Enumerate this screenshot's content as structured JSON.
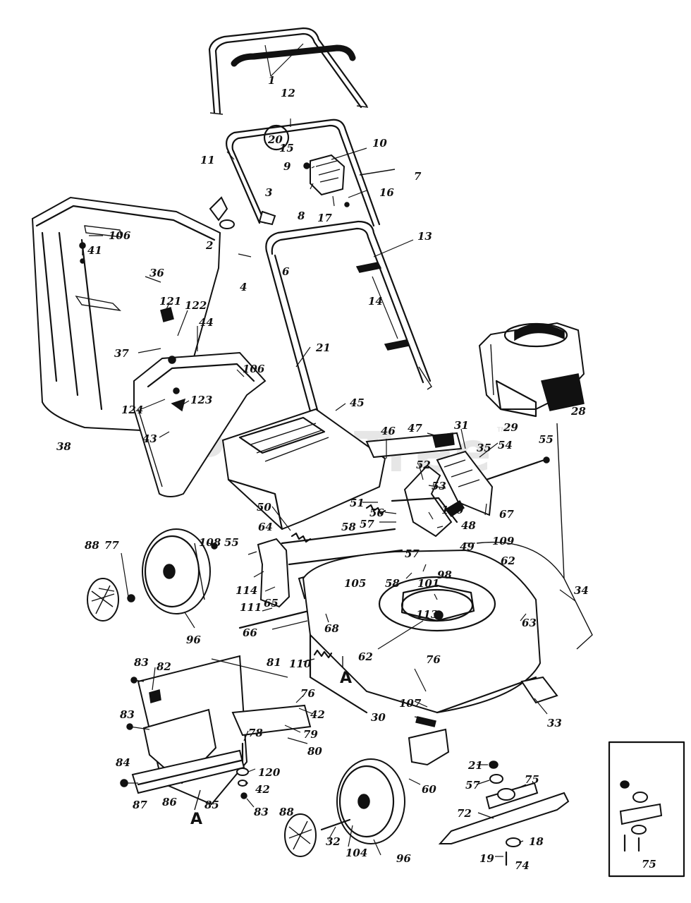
{
  "watermark": {
    "text": "PartsTree",
    "trademark": "TM"
  },
  "reference_letter": "A",
  "callouts": [
    {
      "id": "1",
      "text": "1"
    },
    {
      "id": "2",
      "text": "2"
    },
    {
      "id": "3",
      "text": "3"
    },
    {
      "id": "4",
      "text": "4"
    },
    {
      "id": "6",
      "text": "6"
    },
    {
      "id": "7",
      "text": "7"
    },
    {
      "id": "8",
      "text": "8"
    },
    {
      "id": "9",
      "text": "9"
    },
    {
      "id": "10",
      "text": "10"
    },
    {
      "id": "11",
      "text": "11"
    },
    {
      "id": "12",
      "text": "12"
    },
    {
      "id": "13",
      "text": "13"
    },
    {
      "id": "14",
      "text": "14"
    },
    {
      "id": "15",
      "text": "15"
    },
    {
      "id": "16",
      "text": "16"
    },
    {
      "id": "17",
      "text": "17"
    },
    {
      "id": "20",
      "text": "20"
    },
    {
      "id": "21",
      "text": "21"
    },
    {
      "id": "21b",
      "text": "21"
    },
    {
      "id": "28",
      "text": "28"
    },
    {
      "id": "29",
      "text": "29"
    },
    {
      "id": "30",
      "text": "30"
    },
    {
      "id": "31",
      "text": "31"
    },
    {
      "id": "32",
      "text": "32"
    },
    {
      "id": "33",
      "text": "33"
    },
    {
      "id": "34",
      "text": "34"
    },
    {
      "id": "35",
      "text": "35"
    },
    {
      "id": "36",
      "text": "36"
    },
    {
      "id": "37",
      "text": "37"
    },
    {
      "id": "38",
      "text": "38"
    },
    {
      "id": "41",
      "text": "41"
    },
    {
      "id": "42",
      "text": "42"
    },
    {
      "id": "42b",
      "text": "42"
    },
    {
      "id": "43",
      "text": "43"
    },
    {
      "id": "44",
      "text": "44"
    },
    {
      "id": "45",
      "text": "45"
    },
    {
      "id": "46",
      "text": "46"
    },
    {
      "id": "47",
      "text": "47"
    },
    {
      "id": "48",
      "text": "48"
    },
    {
      "id": "49",
      "text": "49"
    },
    {
      "id": "50",
      "text": "50"
    },
    {
      "id": "51",
      "text": "51"
    },
    {
      "id": "52",
      "text": "52"
    },
    {
      "id": "53",
      "text": "53"
    },
    {
      "id": "54",
      "text": "54"
    },
    {
      "id": "55",
      "text": "55"
    },
    {
      "id": "55b",
      "text": "55"
    },
    {
      "id": "56",
      "text": "56"
    },
    {
      "id": "57",
      "text": "57"
    },
    {
      "id": "57b",
      "text": "57"
    },
    {
      "id": "57c",
      "text": "57"
    },
    {
      "id": "58",
      "text": "58"
    },
    {
      "id": "58b",
      "text": "58"
    },
    {
      "id": "60",
      "text": "60"
    },
    {
      "id": "62",
      "text": "62"
    },
    {
      "id": "62b",
      "text": "62"
    },
    {
      "id": "63",
      "text": "63"
    },
    {
      "id": "64",
      "text": "64"
    },
    {
      "id": "65",
      "text": "65"
    },
    {
      "id": "66",
      "text": "66"
    },
    {
      "id": "67",
      "text": "67"
    },
    {
      "id": "68",
      "text": "68"
    },
    {
      "id": "72",
      "text": "72"
    },
    {
      "id": "74",
      "text": "74"
    },
    {
      "id": "75",
      "text": "75"
    },
    {
      "id": "75b",
      "text": "75"
    },
    {
      "id": "76",
      "text": "76"
    },
    {
      "id": "76b",
      "text": "76"
    },
    {
      "id": "77",
      "text": "77"
    },
    {
      "id": "78",
      "text": "78"
    },
    {
      "id": "79",
      "text": "79"
    },
    {
      "id": "80",
      "text": "80"
    },
    {
      "id": "81",
      "text": "81"
    },
    {
      "id": "82",
      "text": "82"
    },
    {
      "id": "83",
      "text": "83"
    },
    {
      "id": "83b",
      "text": "83"
    },
    {
      "id": "83c",
      "text": "83"
    },
    {
      "id": "84",
      "text": "84"
    },
    {
      "id": "85",
      "text": "85"
    },
    {
      "id": "86",
      "text": "86"
    },
    {
      "id": "87",
      "text": "87"
    },
    {
      "id": "88",
      "text": "88"
    },
    {
      "id": "88b",
      "text": "88"
    },
    {
      "id": "96",
      "text": "96"
    },
    {
      "id": "96b",
      "text": "96"
    },
    {
      "id": "98",
      "text": "98"
    },
    {
      "id": "100",
      "text": "100"
    },
    {
      "id": "101",
      "text": "101"
    },
    {
      "id": "104",
      "text": "104"
    },
    {
      "id": "105",
      "text": "105"
    },
    {
      "id": "106",
      "text": "106"
    },
    {
      "id": "106b",
      "text": "106"
    },
    {
      "id": "107",
      "text": "107"
    },
    {
      "id": "108",
      "text": "108"
    },
    {
      "id": "109",
      "text": "109"
    },
    {
      "id": "110",
      "text": "110"
    },
    {
      "id": "111",
      "text": "111"
    },
    {
      "id": "113",
      "text": "113"
    },
    {
      "id": "114",
      "text": "114"
    },
    {
      "id": "120",
      "text": "120"
    },
    {
      "id": "121",
      "text": "121"
    },
    {
      "id": "122",
      "text": "122"
    },
    {
      "id": "123",
      "text": "123"
    },
    {
      "id": "124",
      "text": "124"
    },
    {
      "id": "18",
      "text": "18"
    },
    {
      "id": "19",
      "text": "19"
    }
  ]
}
